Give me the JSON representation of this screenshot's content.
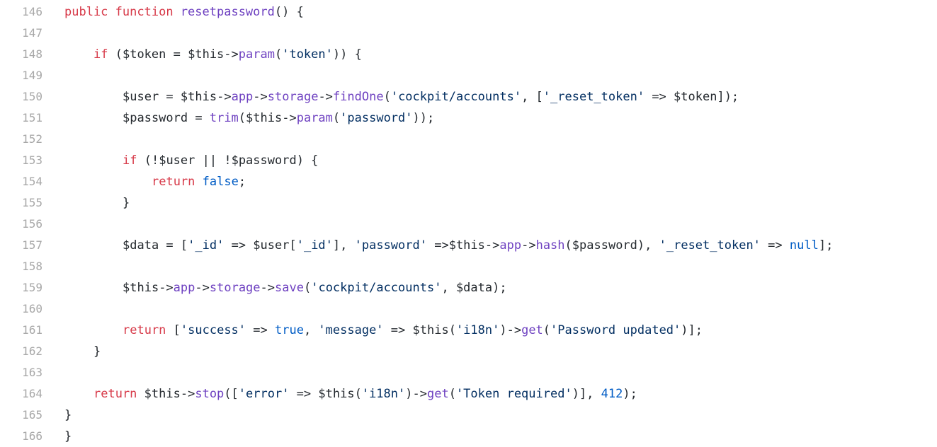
{
  "colors": {
    "background": "#ffffff",
    "line_number": "#a8a8a8",
    "keyword": "#d73a49",
    "function": "#6f42c1",
    "string": "#032f62",
    "constant": "#005cc5",
    "text": "#24292e"
  },
  "lines": [
    {
      "number": "146",
      "indent": 1,
      "tokens": [
        [
          "kw",
          "public"
        ],
        [
          "pu",
          " "
        ],
        [
          "kw",
          "function"
        ],
        [
          "pu",
          " "
        ],
        [
          "fn",
          "resetpassword"
        ],
        [
          "pu",
          "() {"
        ]
      ]
    },
    {
      "number": "147",
      "indent": 0,
      "tokens": []
    },
    {
      "number": "148",
      "indent": 2,
      "tokens": [
        [
          "kw",
          "if"
        ],
        [
          "pu",
          " ("
        ],
        [
          "va",
          "$token"
        ],
        [
          "pu",
          " = "
        ],
        [
          "va",
          "$this"
        ],
        [
          "pu",
          "->"
        ],
        [
          "fn",
          "param"
        ],
        [
          "pu",
          "("
        ],
        [
          "st",
          "'token'"
        ],
        [
          "pu",
          ")) {"
        ]
      ]
    },
    {
      "number": "149",
      "indent": 0,
      "tokens": []
    },
    {
      "number": "150",
      "indent": 3,
      "tokens": [
        [
          "va",
          "$user"
        ],
        [
          "pu",
          " = "
        ],
        [
          "va",
          "$this"
        ],
        [
          "pu",
          "->"
        ],
        [
          "pr",
          "app"
        ],
        [
          "pu",
          "->"
        ],
        [
          "pr",
          "storage"
        ],
        [
          "pu",
          "->"
        ],
        [
          "fn",
          "findOne"
        ],
        [
          "pu",
          "("
        ],
        [
          "st",
          "'cockpit/accounts'"
        ],
        [
          "pu",
          ", ["
        ],
        [
          "st",
          "'_reset_token'"
        ],
        [
          "pu",
          " => "
        ],
        [
          "va",
          "$token"
        ],
        [
          "pu",
          "]);"
        ]
      ]
    },
    {
      "number": "151",
      "indent": 3,
      "tokens": [
        [
          "va",
          "$password"
        ],
        [
          "pu",
          " = "
        ],
        [
          "fn",
          "trim"
        ],
        [
          "pu",
          "("
        ],
        [
          "va",
          "$this"
        ],
        [
          "pu",
          "->"
        ],
        [
          "fn",
          "param"
        ],
        [
          "pu",
          "("
        ],
        [
          "st",
          "'password'"
        ],
        [
          "pu",
          "));"
        ]
      ]
    },
    {
      "number": "152",
      "indent": 0,
      "tokens": []
    },
    {
      "number": "153",
      "indent": 3,
      "tokens": [
        [
          "kw",
          "if"
        ],
        [
          "pu",
          " (!"
        ],
        [
          "va",
          "$user"
        ],
        [
          "pu",
          " || !"
        ],
        [
          "va",
          "$password"
        ],
        [
          "pu",
          ") {"
        ]
      ]
    },
    {
      "number": "154",
      "indent": 4,
      "tokens": [
        [
          "kw",
          "return"
        ],
        [
          "pu",
          " "
        ],
        [
          "bo",
          "false"
        ],
        [
          "pu",
          ";"
        ]
      ]
    },
    {
      "number": "155",
      "indent": 3,
      "tokens": [
        [
          "pu",
          "}"
        ]
      ]
    },
    {
      "number": "156",
      "indent": 0,
      "tokens": []
    },
    {
      "number": "157",
      "indent": 3,
      "tokens": [
        [
          "va",
          "$data"
        ],
        [
          "pu",
          " = ["
        ],
        [
          "st",
          "'_id'"
        ],
        [
          "pu",
          " => "
        ],
        [
          "va",
          "$user"
        ],
        [
          "pu",
          "["
        ],
        [
          "st",
          "'_id'"
        ],
        [
          "pu",
          "], "
        ],
        [
          "st",
          "'password'"
        ],
        [
          "pu",
          " =>"
        ],
        [
          "va",
          "$this"
        ],
        [
          "pu",
          "->"
        ],
        [
          "pr",
          "app"
        ],
        [
          "pu",
          "->"
        ],
        [
          "fn",
          "hash"
        ],
        [
          "pu",
          "("
        ],
        [
          "va",
          "$password"
        ],
        [
          "pu",
          "), "
        ],
        [
          "st",
          "'_reset_token'"
        ],
        [
          "pu",
          " => "
        ],
        [
          "bo",
          "null"
        ],
        [
          "pu",
          "];"
        ]
      ]
    },
    {
      "number": "158",
      "indent": 0,
      "tokens": []
    },
    {
      "number": "159",
      "indent": 3,
      "tokens": [
        [
          "va",
          "$this"
        ],
        [
          "pu",
          "->"
        ],
        [
          "pr",
          "app"
        ],
        [
          "pu",
          "->"
        ],
        [
          "pr",
          "storage"
        ],
        [
          "pu",
          "->"
        ],
        [
          "fn",
          "save"
        ],
        [
          "pu",
          "("
        ],
        [
          "st",
          "'cockpit/accounts'"
        ],
        [
          "pu",
          ", "
        ],
        [
          "va",
          "$data"
        ],
        [
          "pu",
          ");"
        ]
      ]
    },
    {
      "number": "160",
      "indent": 0,
      "tokens": []
    },
    {
      "number": "161",
      "indent": 3,
      "tokens": [
        [
          "kw",
          "return"
        ],
        [
          "pu",
          " ["
        ],
        [
          "st",
          "'success'"
        ],
        [
          "pu",
          " => "
        ],
        [
          "bo",
          "true"
        ],
        [
          "pu",
          ", "
        ],
        [
          "st",
          "'message'"
        ],
        [
          "pu",
          " => "
        ],
        [
          "va",
          "$this"
        ],
        [
          "pu",
          "("
        ],
        [
          "st",
          "'i18n'"
        ],
        [
          "pu",
          ")->"
        ],
        [
          "fn",
          "get"
        ],
        [
          "pu",
          "("
        ],
        [
          "st",
          "'Password updated'"
        ],
        [
          "pu",
          ")];"
        ]
      ]
    },
    {
      "number": "162",
      "indent": 2,
      "tokens": [
        [
          "pu",
          "}"
        ]
      ]
    },
    {
      "number": "163",
      "indent": 0,
      "tokens": []
    },
    {
      "number": "164",
      "indent": 2,
      "tokens": [
        [
          "kw",
          "return"
        ],
        [
          "pu",
          " "
        ],
        [
          "va",
          "$this"
        ],
        [
          "pu",
          "->"
        ],
        [
          "fn",
          "stop"
        ],
        [
          "pu",
          "(["
        ],
        [
          "st",
          "'error'"
        ],
        [
          "pu",
          " => "
        ],
        [
          "va",
          "$this"
        ],
        [
          "pu",
          "("
        ],
        [
          "st",
          "'i18n'"
        ],
        [
          "pu",
          ")->"
        ],
        [
          "fn",
          "get"
        ],
        [
          "pu",
          "("
        ],
        [
          "st",
          "'Token required'"
        ],
        [
          "pu",
          ")], "
        ],
        [
          "nu",
          "412"
        ],
        [
          "pu",
          ");"
        ]
      ]
    },
    {
      "number": "165",
      "indent": 1,
      "tokens": [
        [
          "pu",
          "}"
        ]
      ]
    },
    {
      "number": "166",
      "indent": 0,
      "tokens": [
        [
          "pu",
          "}"
        ]
      ]
    }
  ]
}
